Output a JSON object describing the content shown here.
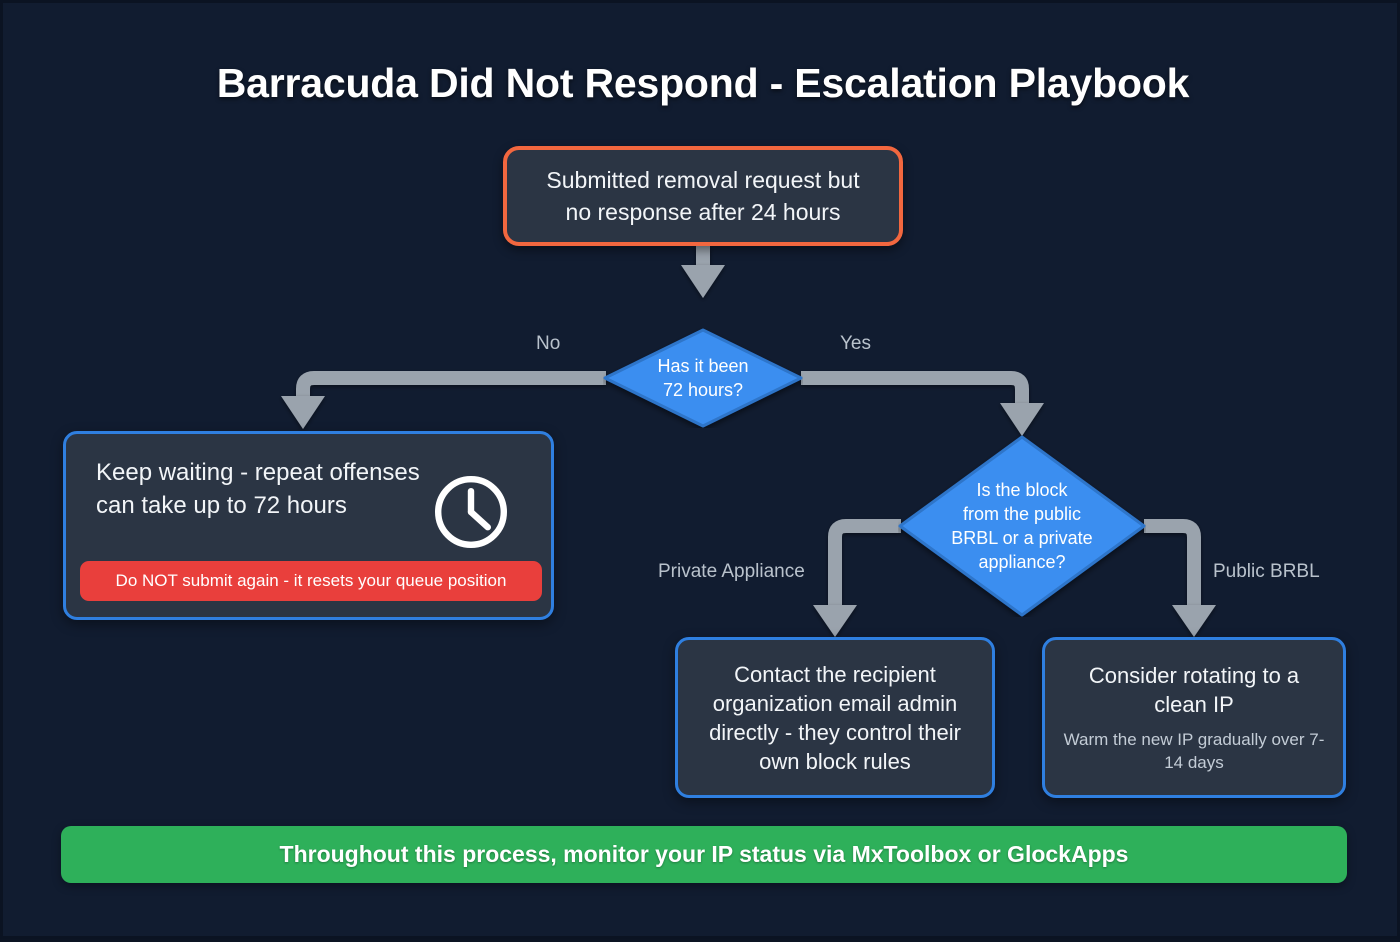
{
  "title": "Barracuda Did Not Respond - Escalation Playbook",
  "colors": {
    "background": "#111c30",
    "start_border": "#f2673f",
    "node_fill": "#2b3544",
    "node_border": "#2f7fe0",
    "diamond_fill": "#3b8ef0",
    "connector": "#9aa3ad",
    "warning_red": "#e93f3c",
    "footer_green": "#2eb05a"
  },
  "nodes": {
    "start": {
      "text": "Submitted removal request but no response after 24 hours",
      "line1": "Submitted removal request but",
      "line2": "no response after 24 hours"
    },
    "decision1": {
      "text": "Has it been 72 hours?",
      "line1": "Has it been",
      "line2": "72 hours?"
    },
    "decision2": {
      "text": "Is the block from the public BRBL or a private appliance?",
      "line1": "Is the block",
      "line2": "from the public",
      "line3": "BRBL or a private",
      "line4": "appliance?"
    },
    "wait": {
      "headline": "Keep waiting - repeat offenses can take up to 72 hours",
      "warning": "Do NOT submit again - it resets your queue position",
      "icon": "clock-icon"
    },
    "contact": {
      "text": "Contact the recipient organization email admin directly - they control their own block rules"
    },
    "rotate": {
      "text": "Consider rotating to a clean IP",
      "subtext": "Warm the new IP gradually over 7-14 days"
    }
  },
  "edge_labels": {
    "no": "No",
    "yes": "Yes",
    "private_appliance": "Private Appliance",
    "public_brbl": "Public BRBL"
  },
  "footer": {
    "text": "Throughout this process, monitor your IP status via MxToolbox or GlockApps"
  }
}
